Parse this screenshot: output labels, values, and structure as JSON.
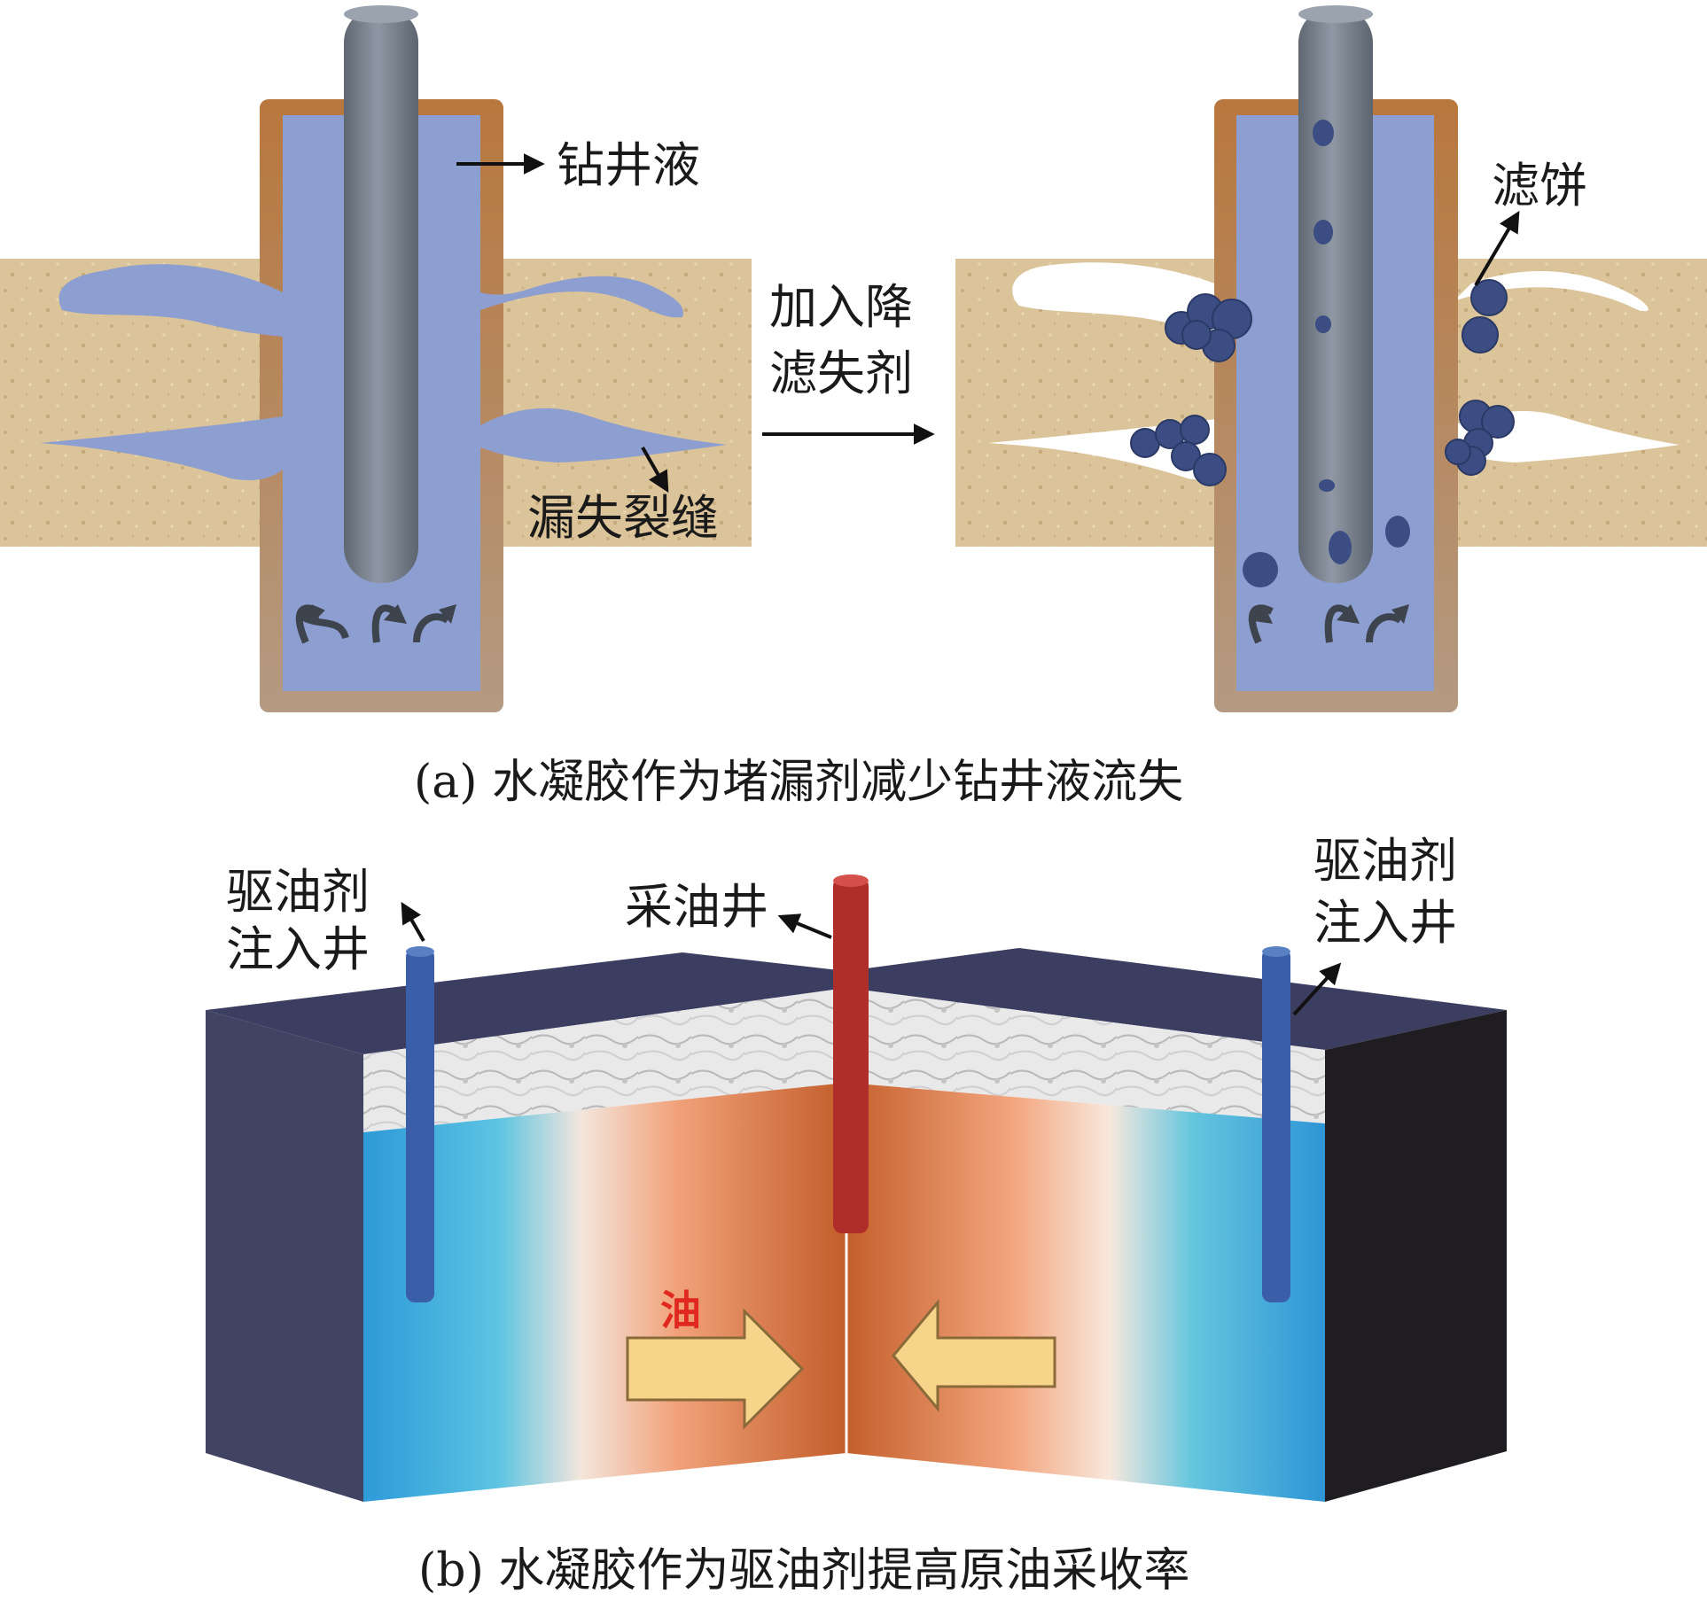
{
  "panel_a": {
    "label_drilling_fluid": "钻井液",
    "label_loss_fracture": "漏失裂缝",
    "label_filter_cake": "滤饼",
    "process_line1": "加入降",
    "process_line2": "滤失剂",
    "caption": "(a) 水凝胶作为堵漏剂减少钻井液流失"
  },
  "panel_b": {
    "label_left_injector_line1": "驱油剂",
    "label_left_injector_line2": "注入井",
    "label_production_well": "采油井",
    "label_right_injector_line1": "驱油剂",
    "label_right_injector_line2": "注入井",
    "label_oil": "油",
    "caption": "(b) 水凝胶作为驱油剂提高原油采收率"
  },
  "colors": {
    "rock": "#dcc49a",
    "casing": "#b97a45",
    "fluid": "#8d9ed0",
    "pipe": "#7c8591",
    "particle": "#3b4d82",
    "block_top": "#3b3e60",
    "water": "#3fa3dc",
    "oil_zone": "#d9713a",
    "injector": "#3a5fa8",
    "producer": "#b02e2a",
    "arrow_fill": "#f6d48a"
  }
}
